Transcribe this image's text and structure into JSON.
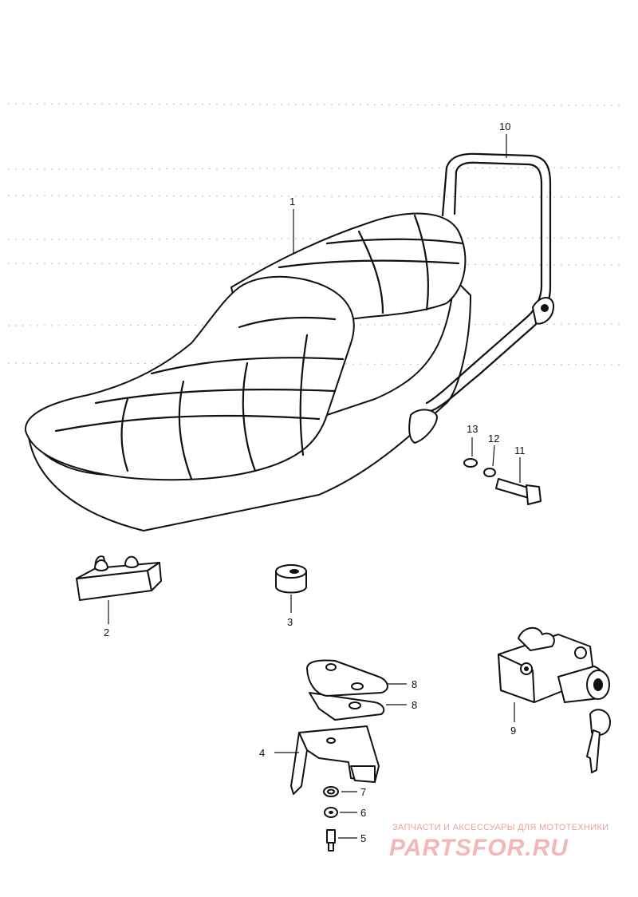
{
  "parts": [
    {
      "id": "seat",
      "label": "1"
    },
    {
      "id": "seat-cushion-block",
      "label": "2"
    },
    {
      "id": "rubber-cushion",
      "label": "3"
    },
    {
      "id": "seat-bracket",
      "label": "4"
    },
    {
      "id": "bolt-small",
      "label": "5"
    },
    {
      "id": "lock-washer",
      "label": "6"
    },
    {
      "id": "washer",
      "label": "7"
    },
    {
      "id": "plate-upper",
      "label": "8"
    },
    {
      "id": "plate-lower",
      "label": "8"
    },
    {
      "id": "seat-lock",
      "label": "9"
    },
    {
      "id": "grab-rail",
      "label": "10"
    },
    {
      "id": "bolt",
      "label": "11"
    },
    {
      "id": "spring-washer",
      "label": "12"
    },
    {
      "id": "flat-washer",
      "label": "13"
    }
  ],
  "watermark": {
    "subtitle": "ЗАПЧАСТИ И АКСЕССУАРЫ ДЛЯ МОТОТЕХНИКИ",
    "brand": "PARTSFOR.RU",
    "color": "#f2b8b8"
  }
}
